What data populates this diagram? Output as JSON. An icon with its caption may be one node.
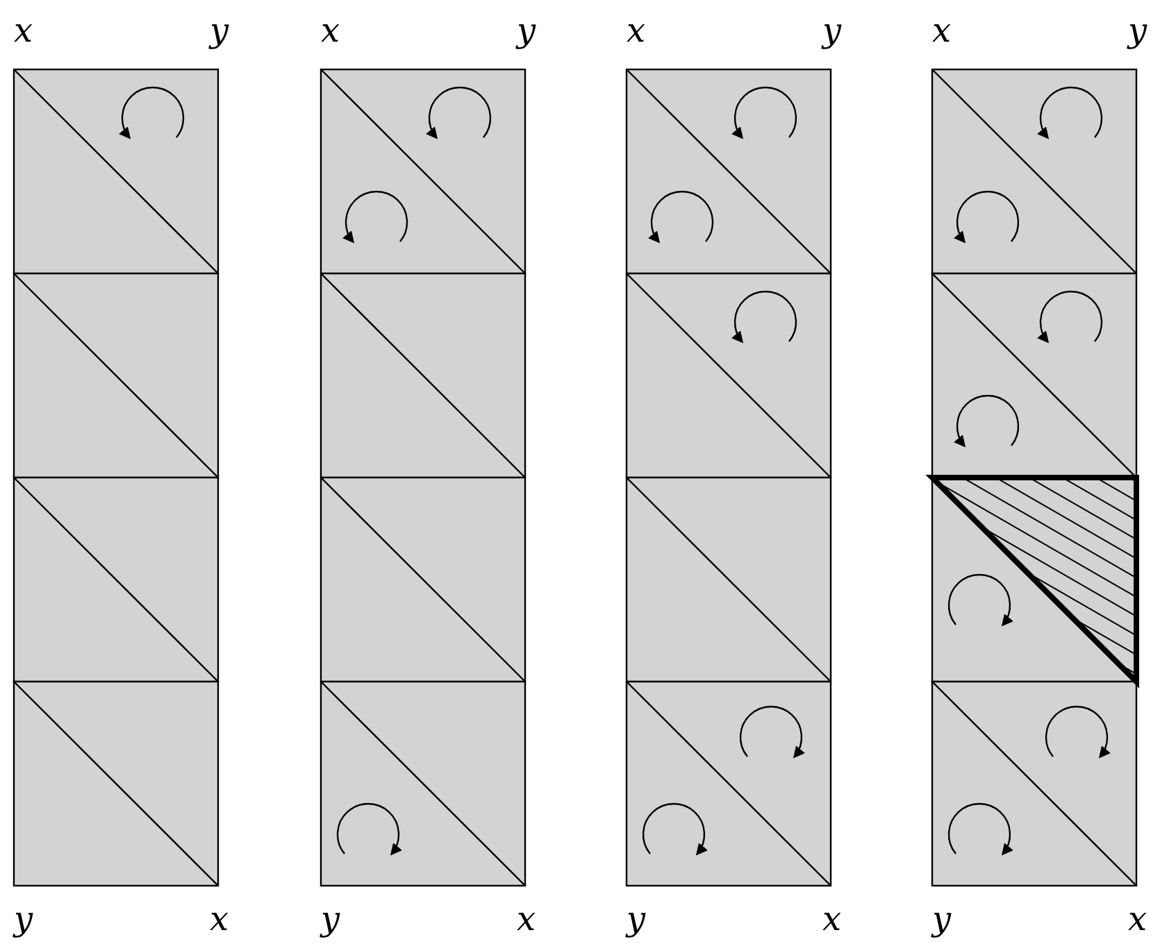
{
  "diagram": {
    "labels": [
      "x",
      "y",
      "x",
      "y",
      "x",
      "y",
      "x",
      "y",
      "y",
      "x",
      "y",
      "x",
      "y",
      "x",
      "y",
      "x"
    ]
  }
}
